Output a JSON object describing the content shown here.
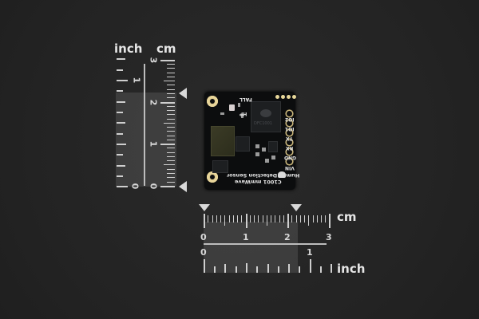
{
  "scene": {
    "description": "DFRobot C1001 mmWave Human Detection Sensor board photographed on dark background with scale rulers",
    "background_color": "#242424"
  },
  "vertical_ruler": {
    "inch_label": "inch",
    "cm_label": "cm",
    "inch_ticks": [
      "0",
      "1"
    ],
    "cm_ticks": [
      "0",
      "1",
      "2",
      "3"
    ]
  },
  "horizontal_ruler": {
    "cm_label": "cm",
    "inch_label": "inch",
    "cm_ticks": [
      "0",
      "1",
      "2",
      "3"
    ],
    "inch_ticks": [
      "0",
      "1"
    ]
  },
  "board": {
    "title_line1": "C1001 mmWave",
    "title_line2": "Human Detection Sensor",
    "chip_marking": "DFC1001",
    "top_labels": [
      "FALL",
      "HP"
    ],
    "pin_labels": [
      "IO2",
      "IO1",
      "TX",
      "RX",
      "GND",
      "VIN"
    ]
  }
}
